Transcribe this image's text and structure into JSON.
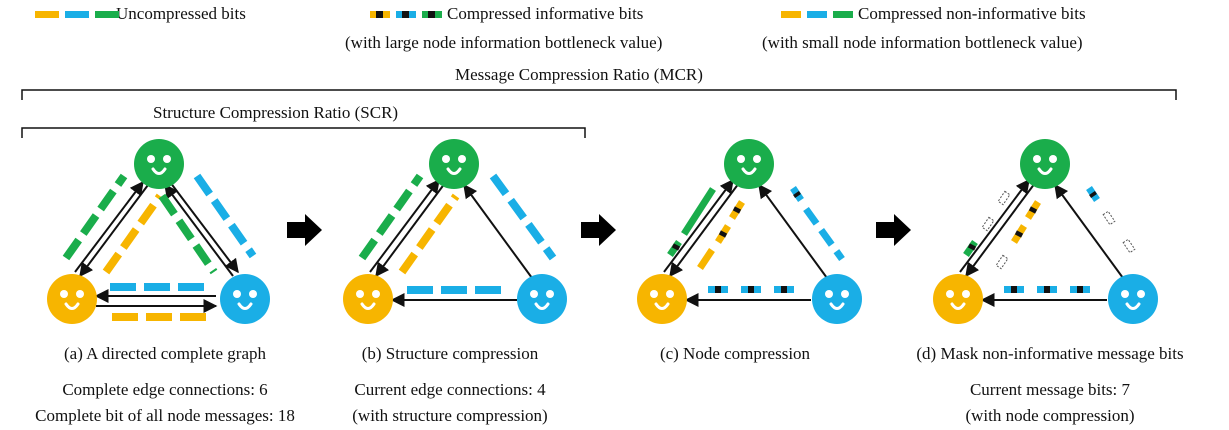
{
  "legend": {
    "uncompressed": "Uncompressed bits",
    "informative": "Compressed informative bits",
    "informative_note": "(with large node information bottleneck value)",
    "non_informative": "Compressed non-informative bits",
    "non_informative_note": "(with small node information bottleneck value)"
  },
  "brackets": {
    "mcr": "Message Compression Ratio (MCR)",
    "scr": "Structure Compression Ratio (SCR)"
  },
  "panels": [
    {
      "caption": "(a) A directed complete graph",
      "line1": "Complete edge connections: 6",
      "line2": "Complete bit of all node messages: 18"
    },
    {
      "caption": "(b) Structure compression",
      "line1": "Current edge connections: 4",
      "line2": "(with structure compression)"
    },
    {
      "caption": "(c) Node compression",
      "line1": "",
      "line2": ""
    },
    {
      "caption": "(d) Mask non-informative message bits",
      "line1": "Current message bits: 7",
      "line2": "(with node compression)"
    }
  ],
  "colors": {
    "green": "#1aad4b",
    "blue": "#1aaee6",
    "yellow": "#f7b500",
    "black": "#111111"
  }
}
